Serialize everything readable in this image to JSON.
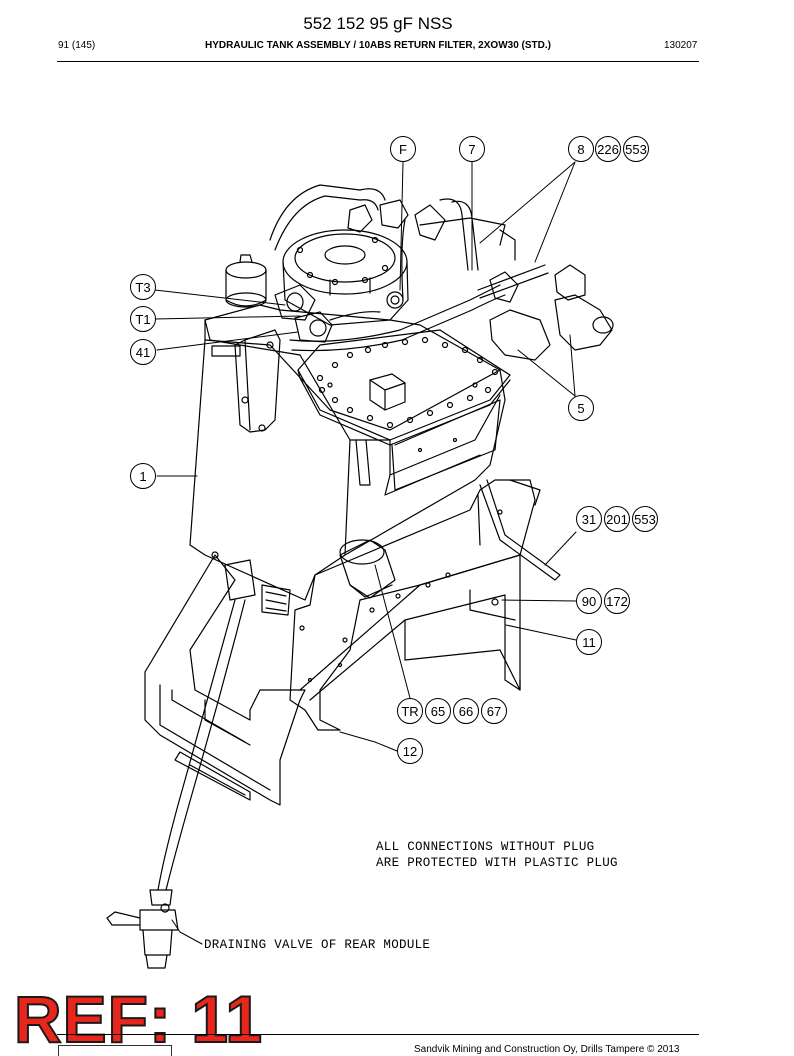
{
  "header": {
    "doc_title": "552 152 95 gF NSS",
    "page": "91 (145)",
    "section_title": "HYDRAULIC TANK ASSEMBLY / 10ABS RETURN FILTER, 2XOW30 (STD.)",
    "doc_code": "130207"
  },
  "callouts": [
    "F",
    "7",
    "8",
    "226",
    "553",
    "T3",
    "T1",
    "41",
    "5",
    "1",
    "31",
    "201",
    "553",
    "90",
    "172",
    "11",
    "TR",
    "65",
    "66",
    "67",
    "12"
  ],
  "notes": {
    "line1": "ALL CONNECTIONS WITHOUT PLUG",
    "line2": "ARE PROTECTED WITH PLASTIC PLUG",
    "drain": "DRAINING VALVE OF REAR MODULE"
  },
  "stamp": {
    "text": "REF: 11",
    "color": "#e8261c"
  },
  "footer": {
    "text": "Sandvik Mining and Construction Oy, Drills Tampere © 2013"
  }
}
